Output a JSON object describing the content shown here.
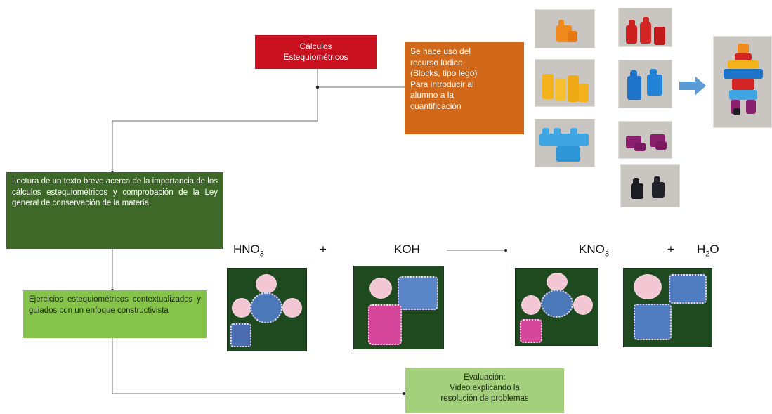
{
  "boxes": {
    "title": [
      "Cálculos",
      "Estequiométricos"
    ],
    "lego": [
      "Se hace uso del",
      "recurso lúdico",
      "(Blocks, tipo lego)",
      "Para introducir al",
      "alumno a la",
      "cuantificación"
    ],
    "lectura": "Lectura de un texto breve acerca de la importancia de los cálculos estequiométricos y comprobación de la Ley general de conservación de la materia",
    "ejercicios": "Ejercicios estequiométricos contextualizados y guiados con un enfoque constructivista",
    "evaluacion": [
      "Evaluación:",
      "Video explicando la",
      "resolución de problemas"
    ]
  },
  "equation": {
    "reactant1": {
      "base": "HNO",
      "sub": "3"
    },
    "plus1": "+",
    "reactant2": "KOH",
    "product1": {
      "base": "KNO",
      "sub": "3"
    },
    "plus2": "+",
    "product2": {
      "pre": "H",
      "sub": "2",
      "post": "O"
    }
  },
  "colors": {
    "title_red": "#c8101e",
    "orange": "#d2681a",
    "dark_green": "#3d6827",
    "light_green": "#86c34a",
    "eval_green": "#a4cf7c",
    "arrow_blue": "#5b9bd5",
    "connector": "#8a8a8a"
  },
  "photos": {
    "lego_colors": [
      "orange",
      "red",
      "yellow",
      "blue",
      "light-blue",
      "purple",
      "black"
    ],
    "felt_models": [
      "HNO3",
      "KOH",
      "KNO3",
      "H2O"
    ]
  }
}
